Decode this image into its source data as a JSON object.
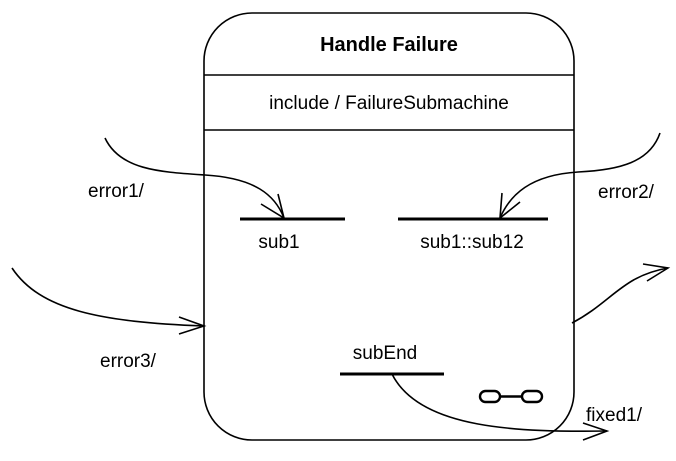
{
  "state": {
    "name": "Handle Failure",
    "internal_activity": "include / FailureSubmachine",
    "decomposition_icon": "composite-state-icon"
  },
  "stub_states": {
    "sub1": "sub1",
    "sub12": "sub1::sub12",
    "subEnd": "subEnd"
  },
  "transitions": {
    "error1": "error1/",
    "error2": "error2/",
    "error3": "error3/",
    "fixed1": "fixed1/"
  },
  "colors": {
    "stroke": "#000000",
    "background": "#ffffff"
  }
}
